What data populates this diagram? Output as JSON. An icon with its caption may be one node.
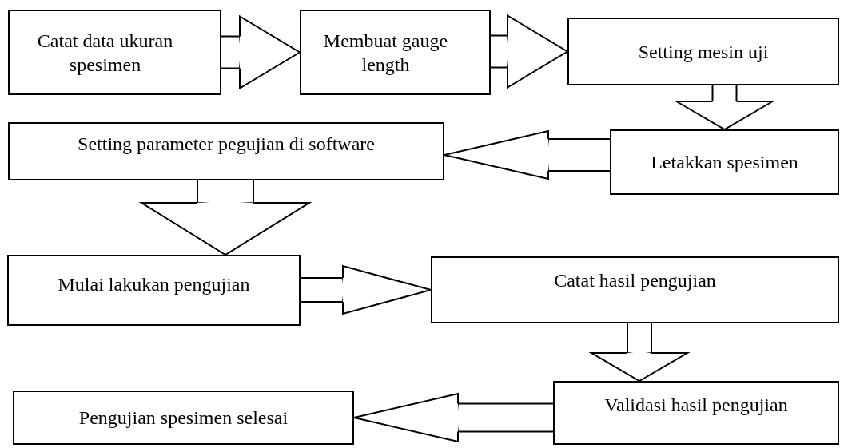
{
  "diagram": {
    "nodes": [
      {
        "text": [
          "Catat data ukuran spesimen"
        ]
      },
      {
        "text": [
          "Membuat gauge length"
        ]
      },
      {
        "text": [
          "Setting mesin uji"
        ]
      },
      {
        "text": [
          "Setting parameter pegujian di software"
        ]
      },
      {
        "text": [
          "Letakkan spesimen"
        ]
      },
      {
        "text": [
          "Mulai lakukan pengujian"
        ]
      },
      {
        "text": [
          "Catat hasil pengujian"
        ]
      },
      {
        "text": [
          "Validasi hasil pengujian"
        ]
      },
      {
        "text": [
          "Pengujian spesimen selesai"
        ]
      }
    ],
    "edges": [
      {
        "from": 0,
        "to": 1,
        "arrow": "to"
      },
      {
        "from": 1,
        "to": 2,
        "arrow": "to"
      },
      {
        "from": 2,
        "to": 4,
        "arrow": "to"
      },
      {
        "from": 4,
        "to": 3,
        "arrow": "to"
      },
      {
        "from": 3,
        "to": 5,
        "arrow": "to"
      },
      {
        "from": 5,
        "to": 6,
        "arrow": "to"
      },
      {
        "from": 6,
        "to": 7,
        "arrow": "to"
      },
      {
        "from": 7,
        "to": 8,
        "arrow": "to"
      }
    ]
  }
}
